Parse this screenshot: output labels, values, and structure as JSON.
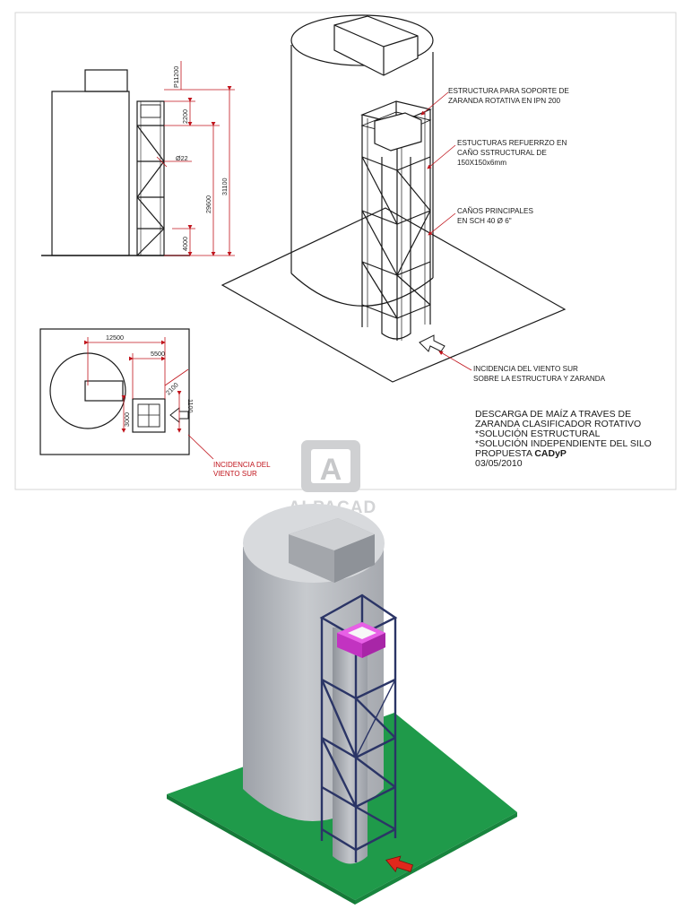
{
  "drawing": {
    "callouts": {
      "support_structure": [
        "ESTRUCTURA PARA SOPORTE DE",
        "ZARANDA ROTATIVA  EN IPN 200"
      ],
      "reinforcement": [
        "ESTUCTURAS REFUERRZO EN",
        "CAÑO SSTRUCTURAL DE",
        "150X150x6mm"
      ],
      "main_pipes": [
        "CAÑOS PRINCIPALES",
        "EN SCH 40 Ø 6\""
      ],
      "wind_iso": [
        "INCIDENCIA DEL VIENTO SUR",
        "SOBRE LA ESTRUCTURA Y ZARANDA"
      ],
      "wind_plan": [
        "INCIDENCIA DEL",
        "VIENTO SUR"
      ]
    },
    "elevation_dims": {
      "top": "P11200",
      "d2200": "2200",
      "phi22": "Ø22",
      "d29600": "29600",
      "d31100": "31100",
      "d4000": "4000"
    },
    "plan_dims": {
      "d12500": "12500",
      "d5500": "5500",
      "d2100": "2100",
      "d3000": "3000",
      "d1100": "1100"
    },
    "title_block": {
      "lines": [
        "DESCARGA DE MAÍZ A TRAVES DE",
        "ZARANDA CLASIFICADOR ROTATIVO",
        "*SOLUCIÓN ESTRUCTURAL",
        "*SOLUCIÓN INDEPENDIENTE DEL SILO"
      ],
      "proposal_prefix": "PROPUESTA ",
      "proposal_brand": "CADyP",
      "date": "03/05/2010"
    }
  },
  "watermark": {
    "letter": "A",
    "text": "ALPACAD"
  },
  "colors": {
    "dimension_red": "#c0141c",
    "ground_green": "#1f9a4a",
    "silo_gray": "#b9bcc1",
    "frame_navy": "#2b3566",
    "screen_magenta": "#d63bd4",
    "wind_arrow_red": "#e0281c"
  }
}
